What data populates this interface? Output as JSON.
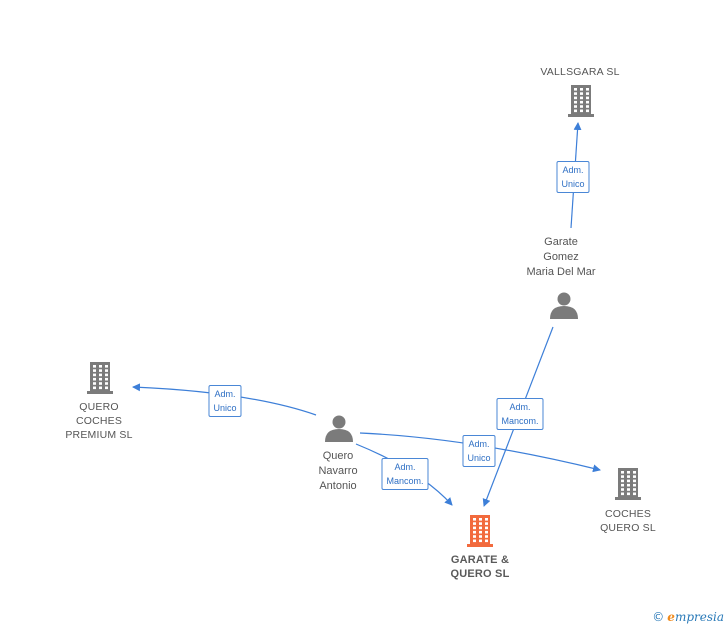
{
  "nodes": {
    "vallsgara": {
      "label": "VALLSGARA  SL",
      "type": "company"
    },
    "garate_gomez": {
      "label": "Garate\nGomez\nMaria Del Mar",
      "type": "person"
    },
    "quero_coches_premium": {
      "label": "QUERO\nCOCHES\nPREMIUM  SL",
      "type": "company"
    },
    "quero_navarro": {
      "label": "Quero\nNavarro\nAntonio",
      "type": "person"
    },
    "coches_quero": {
      "label": "COCHES\nQUERO  SL",
      "type": "company"
    },
    "garate_quero": {
      "label": "GARATE &\nQUERO  SL",
      "type": "company",
      "highlight": true
    }
  },
  "edges": [
    {
      "from": "garate_gomez",
      "to": "vallsgara",
      "label": "Adm.\nUnico"
    },
    {
      "from": "garate_gomez",
      "to": "garate_quero",
      "label": "Adm.\nMancom."
    },
    {
      "from": "quero_navarro",
      "to": "quero_coches_premium",
      "label": "Adm.\nUnico"
    },
    {
      "from": "quero_navarro",
      "to": "coches_quero",
      "label": "Adm.\nUnico"
    },
    {
      "from": "quero_navarro",
      "to": "garate_quero",
      "label": "Adm.\nMancom."
    }
  ],
  "colors": {
    "edge": "#3d7fd8",
    "node_default": "#7b7b7b",
    "node_highlight": "#f26a3d"
  },
  "footer": {
    "copyright": "©",
    "brand_first": "e",
    "brand_rest": "mpresia"
  }
}
